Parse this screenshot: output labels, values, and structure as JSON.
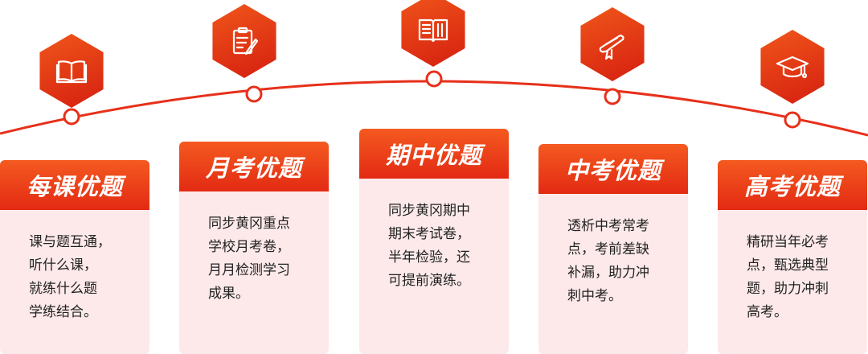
{
  "theme": {
    "accent": "#e7301a",
    "accent_light": "#f45a20",
    "card_bg": "#fde9ea",
    "text": "#222222"
  },
  "stages": [
    {
      "icon": "open-book-icon",
      "title": "每课优题",
      "lines": [
        "课与题互通，",
        "听什么课，",
        "就练什么题",
        "学练结合。"
      ]
    },
    {
      "icon": "clipboard-pen-icon",
      "title": "月考优题",
      "lines": [
        "同步黄冈重点",
        "学校月考卷，",
        "月月检测学习",
        "成果。"
      ]
    },
    {
      "icon": "book-icon",
      "title": "期中优题",
      "lines": [
        "同步黄冈期中",
        "期末考试卷，",
        "半年检验，还",
        "可提前演练。"
      ]
    },
    {
      "icon": "diploma-scroll-icon",
      "title": "中考优题",
      "lines": [
        "透析中考常考",
        "点，考前差缺",
        "补漏，助力冲",
        "刺中考。"
      ]
    },
    {
      "icon": "graduation-cap-icon",
      "title": "高考优题",
      "lines": [
        "精研当年必考",
        "点，甄选典型",
        "题，助力冲刺",
        "高考。"
      ]
    }
  ]
}
